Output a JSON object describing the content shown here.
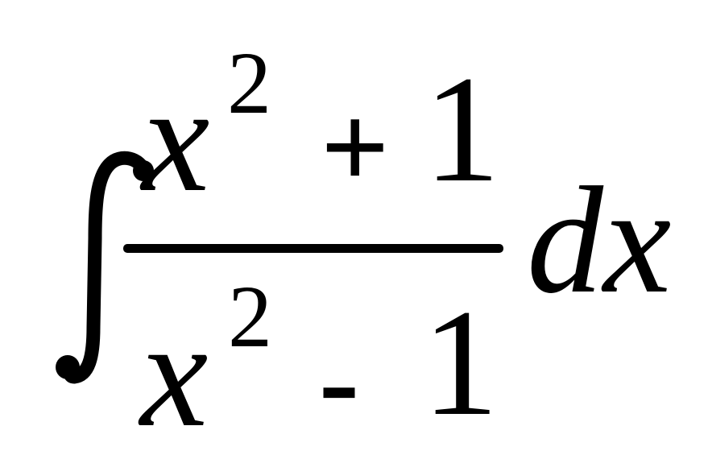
{
  "formula": {
    "numerator": {
      "base": "x",
      "exponent": "2",
      "operator": "+",
      "constant": "1"
    },
    "denominator": {
      "base": "x",
      "exponent": "2",
      "operator": "-",
      "constant": "1"
    },
    "differential": "dx"
  }
}
